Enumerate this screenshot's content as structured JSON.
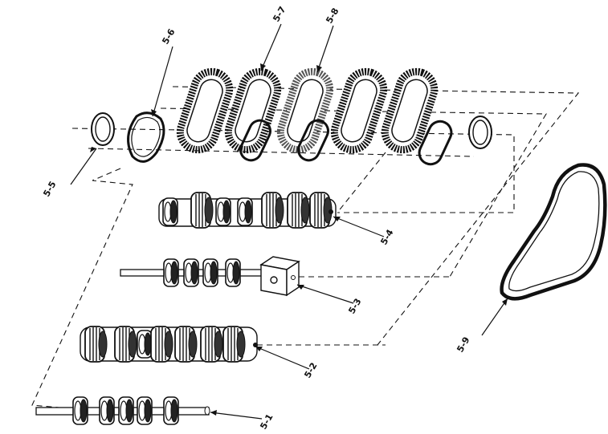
{
  "callouts": {
    "c51": "5-1",
    "c52": "5-2",
    "c53": "5-3",
    "c54": "5-4",
    "c55": "5-5",
    "c56": "5-6",
    "c57": "5-7",
    "c58": "5-8",
    "c59": "5-9"
  },
  "colors": {
    "ink": "#111111",
    "background": "#ffffff"
  }
}
